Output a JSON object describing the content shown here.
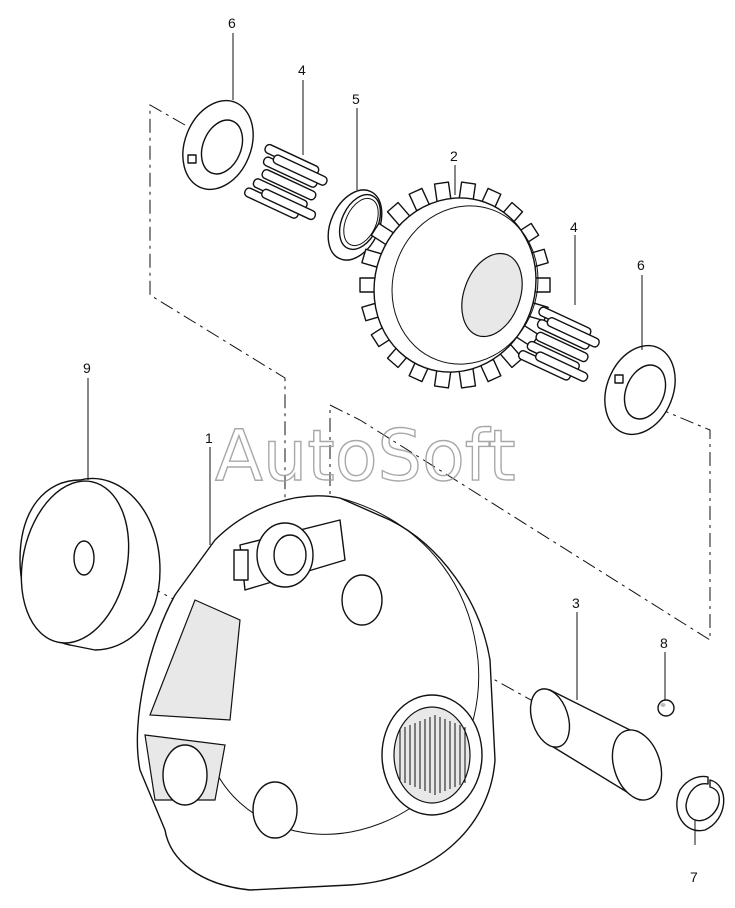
{
  "watermark": "AutoSoft",
  "callouts": [
    {
      "id": "c6a",
      "label": "6"
    },
    {
      "id": "c4a",
      "label": "4"
    },
    {
      "id": "c5",
      "label": "5"
    },
    {
      "id": "c2",
      "label": "2"
    },
    {
      "id": "c4b",
      "label": "4"
    },
    {
      "id": "c6b",
      "label": "6"
    },
    {
      "id": "c9",
      "label": "9"
    },
    {
      "id": "c1",
      "label": "1"
    },
    {
      "id": "c3",
      "label": "3"
    },
    {
      "id": "c8",
      "label": "8"
    },
    {
      "id": "c7",
      "label": "7"
    }
  ]
}
